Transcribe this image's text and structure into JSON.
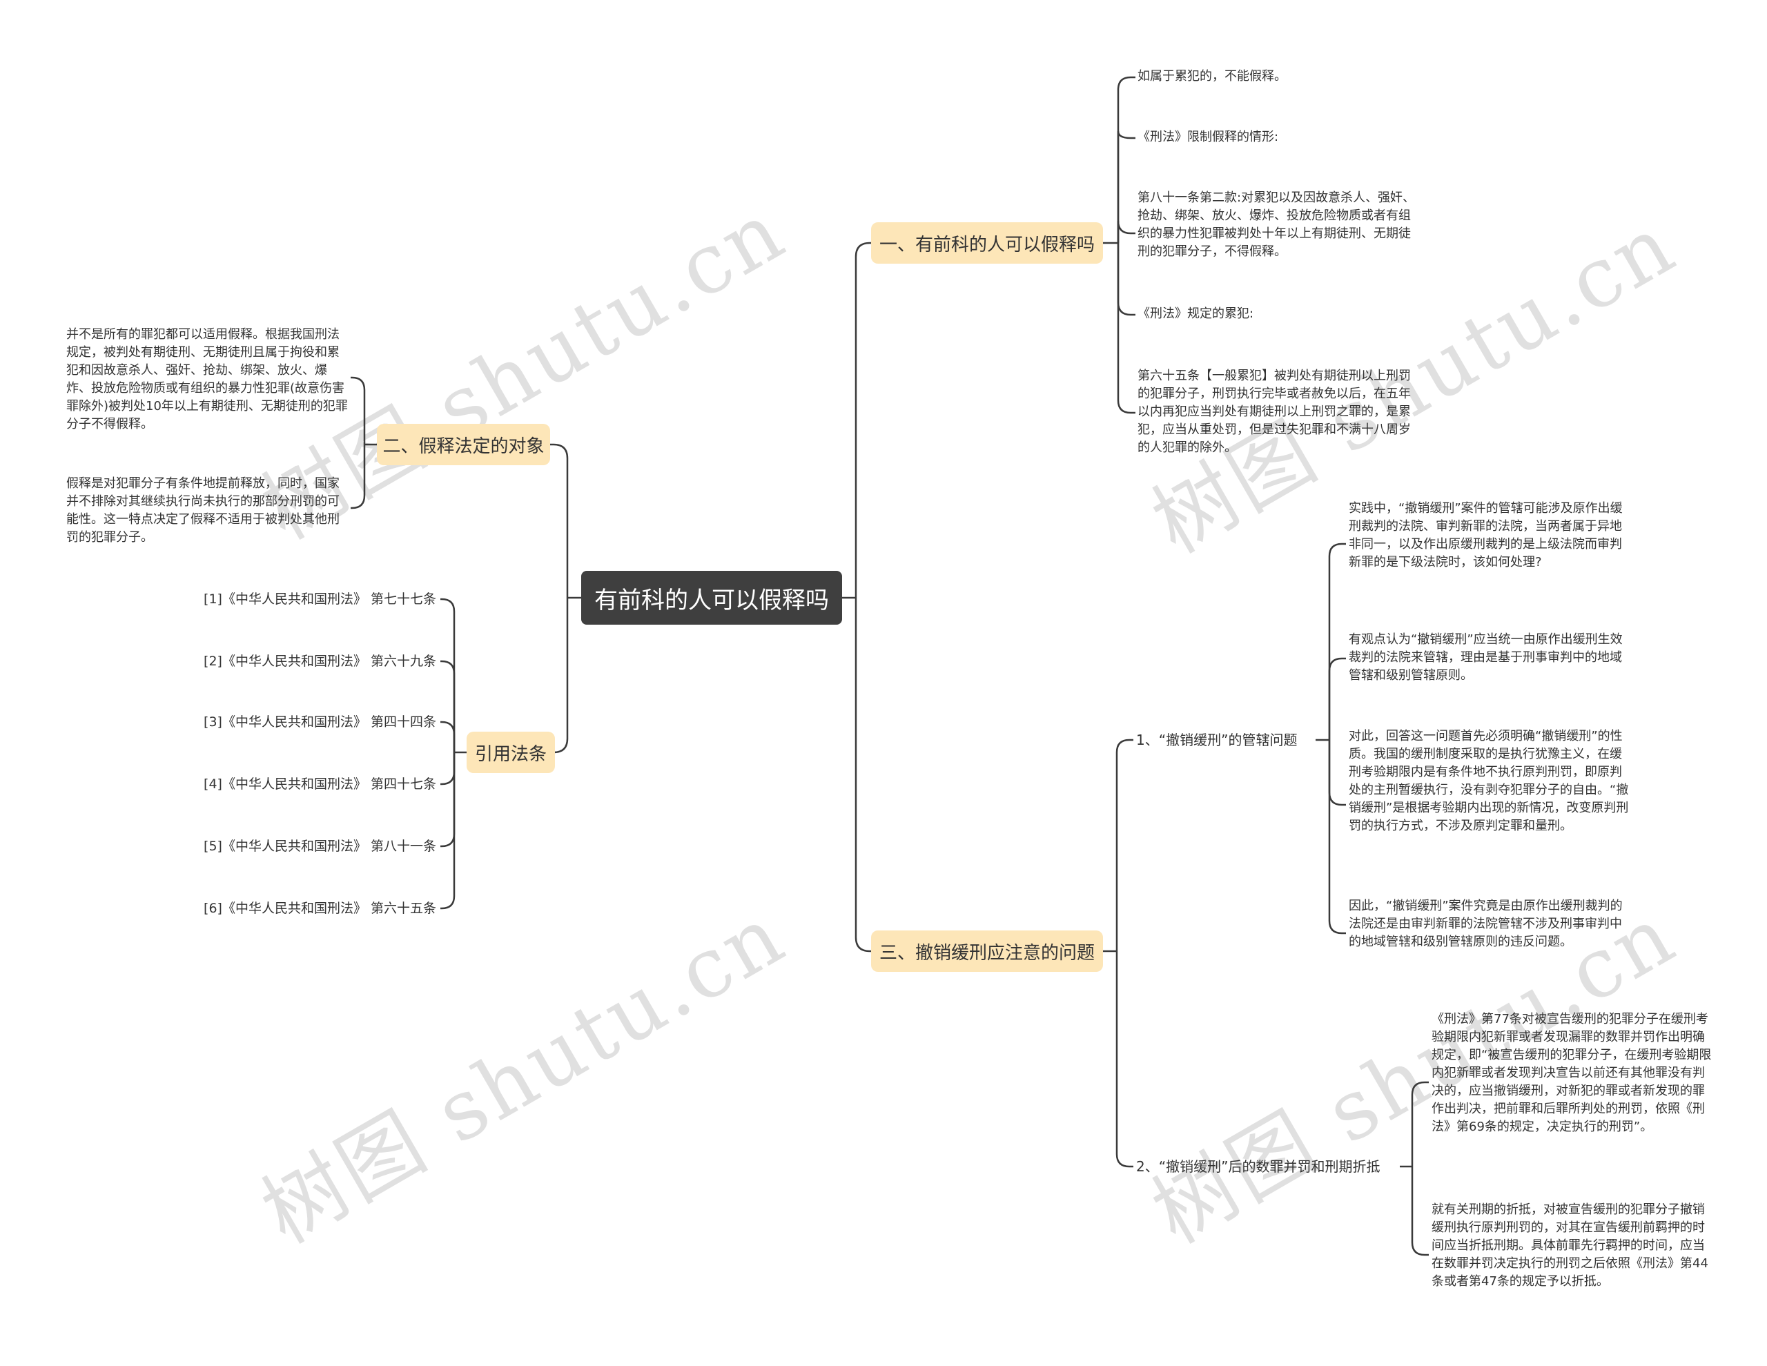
{
  "root": {
    "title": "有前科的人可以假释吗"
  },
  "branches": {
    "b1": {
      "label": "一、有前科的人可以假释吗",
      "notes": [
        "如属于累犯的，不能假释。",
        "《刑法》限制假释的情形:",
        "第八十一条第二款:对累犯以及因故意杀人、强奸、抢劫、绑架、放火、爆炸、投放危险物质或者有组织的暴力性犯罪被判处十年以上有期徒刑、无期徒刑的犯罪分子，不得假释。",
        "《刑法》规定的累犯:",
        "第六十五条【一般累犯】被判处有期徒刑以上刑罚的犯罪分子，刑罚执行完毕或者赦免以后，在五年以内再犯应当判处有期徒刑以上刑罚之罪的，是累犯，应当从重处罚，但是过失犯罪和不满十八周岁的人犯罪的除外。"
      ]
    },
    "b2": {
      "label": "二、假释法定的对象",
      "notes": [
        "并不是所有的罪犯都可以适用假释。根据我国刑法规定，被判处有期徒刑、无期徒刑且属于拘役和累犯和因故意杀人、强奸、抢劫、绑架、放火、爆炸、投放危险物质或有组织的暴力性犯罪(故意伤害罪除外)被判处10年以上有期徒刑、无期徒刑的犯罪分子不得假释。",
        "假释是对犯罪分子有条件地提前释放，同时，国家并不排除对其继续执行尚未执行的那部分刑罚的可能性。这一特点决定了假释不适用于被判处其他刑罚的犯罪分子。"
      ]
    },
    "b3": {
      "label": "引用法条",
      "refs": [
        "[1]《中华人民共和国刑法》 第七十七条",
        "[2]《中华人民共和国刑法》 第六十九条",
        "[3]《中华人民共和国刑法》 第四十四条",
        "[4]《中华人民共和国刑法》 第四十七条",
        "[5]《中华人民共和国刑法》 第八十一条",
        "[6]《中华人民共和国刑法》 第六十五条"
      ]
    },
    "b4": {
      "label": "三、撤销缓刑应注意的问题",
      "sub1": {
        "label": "1、“撤销缓刑”的管辖问题",
        "notes": [
          "实践中，“撤销缓刑”案件的管辖可能涉及原作出缓刑裁判的法院、审判新罪的法院，当两者属于异地非同一，以及作出原缓刑裁判的是上级法院而审判新罪的是下级法院时，该如何处理?",
          "有观点认为“撤销缓刑”应当统一由原作出缓刑生效裁判的法院来管辖，理由是基于刑事审判中的地域管辖和级别管辖原则。",
          "对此，回答这一问题首先必须明确“撤销缓刑”的性质。我国的缓刑制度采取的是执行犹豫主义，在缓刑考验期限内是有条件地不执行原判刑罚，即原判处的主刑暂缓执行，没有剥夺犯罪分子的自由。“撤销缓刑”是根据考验期内出现的新情况，改变原判刑罚的执行方式，不涉及原判定罪和量刑。",
          "因此，“撤销缓刑”案件究竟是由原作出缓刑裁判的法院还是由审判新罪的法院管辖不涉及刑事审判中的地域管辖和级别管辖原则的违反问题。"
        ]
      },
      "sub2": {
        "label": "2、“撤销缓刑”后的数罪并罚和刑期折抵",
        "notes": [
          "《刑法》第77条对被宣告缓刑的犯罪分子在缓刑考验期限内犯新罪或者发现漏罪的数罪并罚作出明确规定，即“被宣告缓刑的犯罪分子，在缓刑考验期限内犯新罪或者发现判决宣告以前还有其他罪没有判决的，应当撤销缓刑，对新犯的罪或者新发现的罪作出判决，把前罪和后罪所判处的刑罚，依照《刑法》第69条的规定，决定执行的刑罚”。",
          "就有关刑期的折抵，对被宣告缓刑的犯罪分子撤销缓刑执行原判刑罚的，对其在宣告缓刑前羁押的时间应当折抵刑期。具体前罪先行羁押的时间，应当在数罪并罚决定执行的刑罚之后依照《刑法》第44条或者第47条的规定予以折抵。"
        ]
      }
    }
  },
  "watermark": "树图 shutu.cn",
  "colors": {
    "root_bg": "#3f3f3f",
    "branch_bg": "#fde6b8",
    "line": "#3a3a3a"
  }
}
